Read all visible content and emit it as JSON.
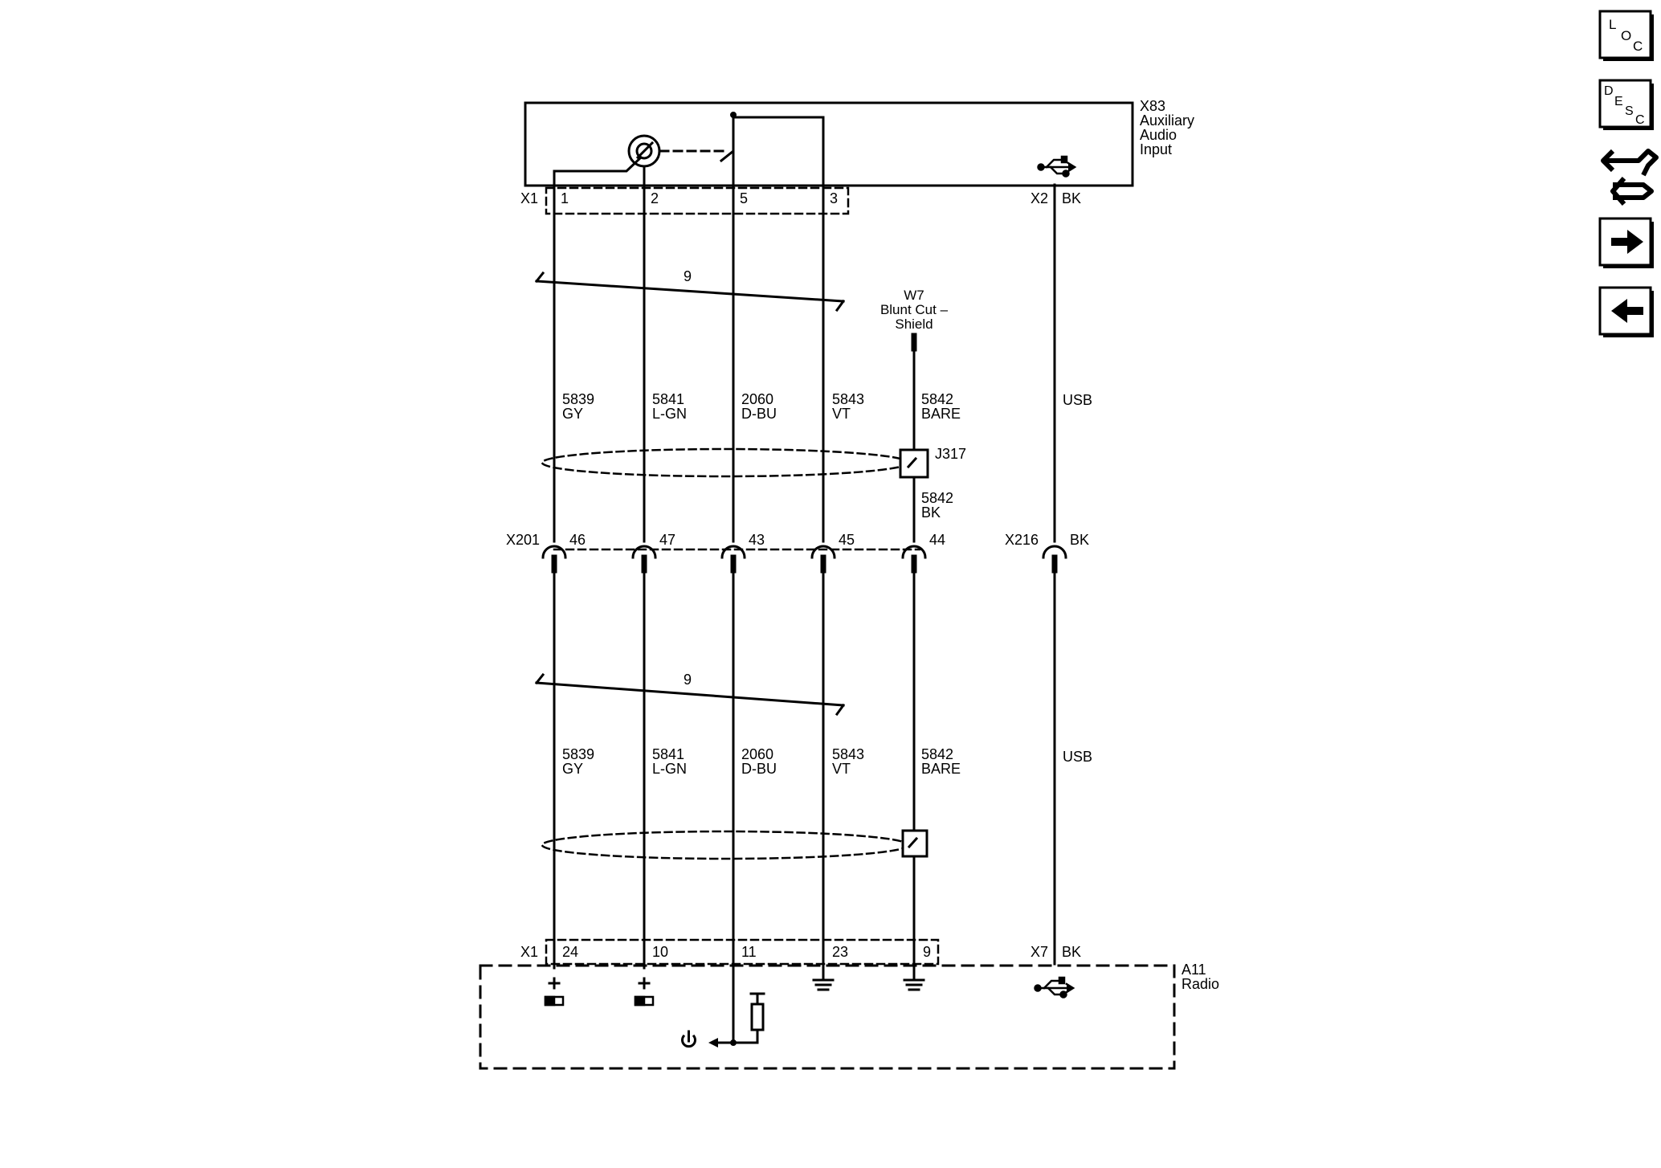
{
  "components": {
    "x83": {
      "ref": "X83",
      "lines": [
        "Auxiliary",
        "Audio",
        "Input"
      ]
    },
    "a11": {
      "ref": "A11",
      "lines": [
        "Radio"
      ]
    },
    "w7": {
      "lines": [
        "W7",
        "Blunt Cut –",
        "Shield"
      ]
    },
    "j317": {
      "ref": "J317"
    }
  },
  "connectors": {
    "x83_x1": {
      "name": "X1",
      "pins": [
        "1",
        "2",
        "5",
        "3"
      ]
    },
    "x83_x2": {
      "name": "X2",
      "color": "BK"
    },
    "x201": {
      "name": "X201",
      "pins": [
        "46",
        "47",
        "43",
        "45",
        "44"
      ]
    },
    "x216": {
      "name": "X216",
      "color": "BK"
    },
    "a11_x1": {
      "name": "X1",
      "pins": [
        "24",
        "10",
        "11",
        "23",
        "9"
      ]
    },
    "a11_x7": {
      "name": "X7",
      "color": "BK"
    }
  },
  "harness_upper": {
    "bundle_count": "9",
    "wires": [
      {
        "circuit": "5839",
        "color": "GY"
      },
      {
        "circuit": "5841",
        "color": "L-GN"
      },
      {
        "circuit": "2060",
        "color": "D-BU"
      },
      {
        "circuit": "5843",
        "color": "VT"
      },
      {
        "circuit": "5842",
        "color": "BARE"
      }
    ],
    "usb": "USB",
    "drain_wire": {
      "circuit": "5842",
      "color": "BK"
    }
  },
  "harness_lower": {
    "bundle_count": "9",
    "wires": [
      {
        "circuit": "5839",
        "color": "GY"
      },
      {
        "circuit": "5841",
        "color": "L-GN"
      },
      {
        "circuit": "2060",
        "color": "D-BU"
      },
      {
        "circuit": "5843",
        "color": "VT"
      },
      {
        "circuit": "5842",
        "color": "BARE"
      }
    ],
    "usb": "USB"
  },
  "nav": {
    "loc": [
      "L",
      "O",
      "C"
    ],
    "desc": [
      "D",
      "E",
      "S",
      "C"
    ],
    "icons": [
      "connector-wrench-icon",
      "arrow-right-icon",
      "arrow-left-icon"
    ]
  }
}
